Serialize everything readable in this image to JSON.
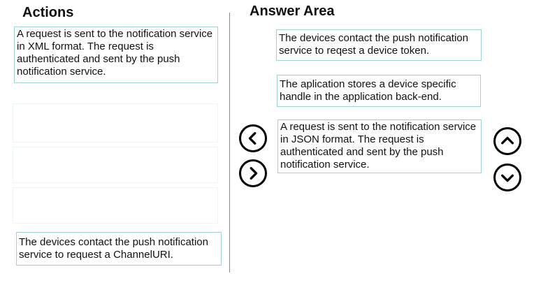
{
  "actions": {
    "title": "Actions",
    "items": [
      "A request is sent to the notification service in XML format. The request is authenticated and sent by the push notification service.",
      "The devices contact the push notification service to request a ChannelURI."
    ]
  },
  "answer_area": {
    "title": "Answer Area",
    "items": [
      "The devices contact the push notification service to reqest a device token.",
      "The aplication stores a device specific handle in the application back-end.",
      "A request is sent to the notification service in JSON format. The request is authenticated and sent by the push notification service."
    ]
  },
  "icons": {
    "move_left": "chevron-left-icon",
    "move_right": "chevron-right-icon",
    "move_up": "chevron-up-icon",
    "move_down": "chevron-down-icon"
  }
}
